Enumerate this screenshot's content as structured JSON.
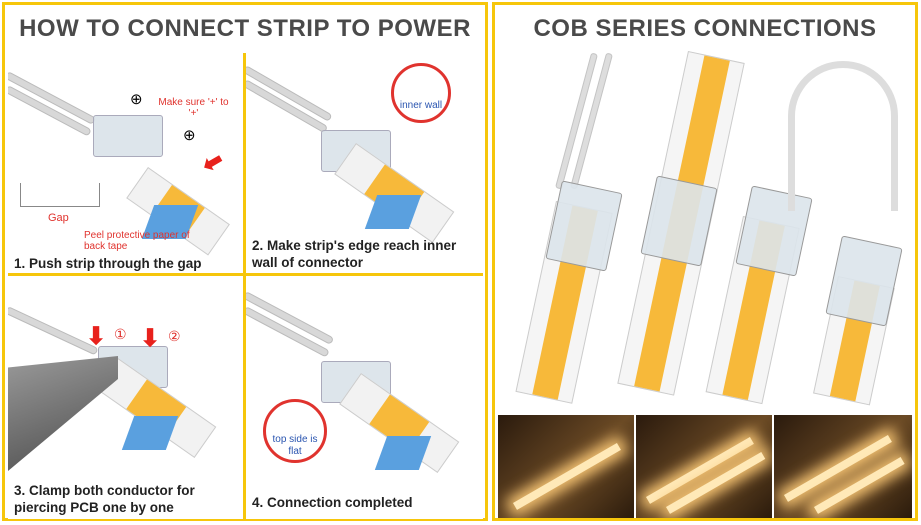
{
  "left_panel": {
    "title": "HOW TO CONNECT STRIP TO POWER",
    "steps": [
      {
        "caption": "1. Push strip through the gap",
        "notes": {
          "polarity": "Make sure '+' to '+'",
          "plus_symbol": "⊕",
          "gap_label": "Gap",
          "peel": "Peel protective paper of back tape"
        }
      },
      {
        "caption": "2. Make strip's edge reach inner wall of connector",
        "notes": {
          "inset_label": "inner wall"
        }
      },
      {
        "caption": "3. Clamp both conductor for piercing PCB one by one",
        "notes": {
          "marker_1": "①",
          "marker_2": "②"
        }
      },
      {
        "caption": "4. Connection completed",
        "notes": {
          "inset_label": "top side is flat"
        }
      }
    ]
  },
  "right_panel": {
    "title": "COB SERIES CONNECTIONS"
  },
  "colors": {
    "border": "#f6c60b",
    "led": "#f7b93a",
    "annotation": "#e0332e",
    "tape": "#5aa0df"
  }
}
